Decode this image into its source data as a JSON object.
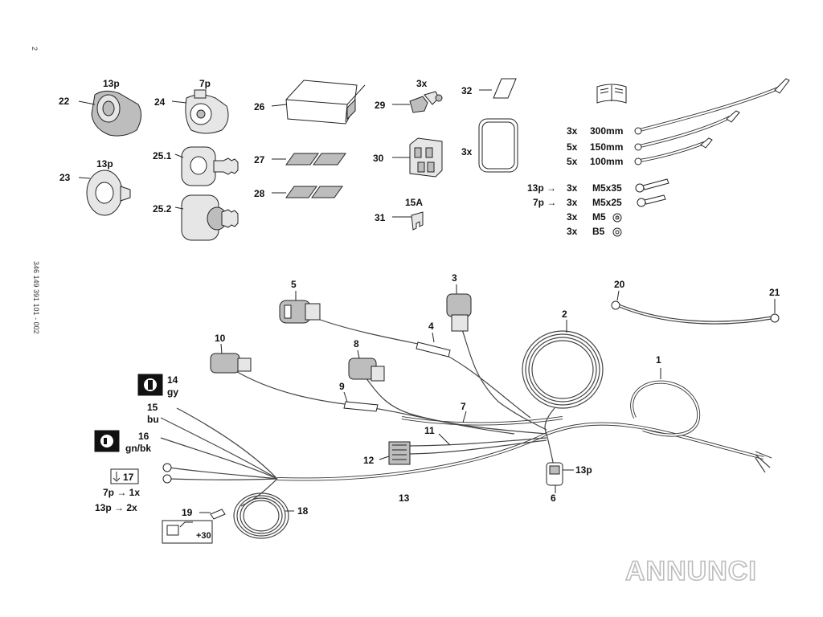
{
  "side_text": {
    "page": "2",
    "code": "346 149 391 101 - 002"
  },
  "parts_top": {
    "p22": {
      "num": "22",
      "pins": "13p"
    },
    "p24": {
      "num": "24",
      "pins": "7p"
    },
    "p23": {
      "num": "23",
      "pins": "13p"
    },
    "p25_1": {
      "num": "25.1"
    },
    "p25_2": {
      "num": "25.2"
    },
    "p26": {
      "num": "26"
    },
    "p27": {
      "num": "27"
    },
    "p28": {
      "num": "28"
    },
    "p29": {
      "num": "29",
      "qty": "3x"
    },
    "p30": {
      "num": "30"
    },
    "p31": {
      "num": "31",
      "fuse": "15A"
    },
    "p32": {
      "num": "32"
    },
    "p33": {
      "qty": "3x"
    }
  },
  "hardware": {
    "ties": [
      {
        "qty": "3x",
        "size": "300mm"
      },
      {
        "qty": "5x",
        "size": "150mm"
      },
      {
        "qty": "5x",
        "size": "100mm"
      }
    ],
    "screws": [
      {
        "prefix": "13p →",
        "qty": "3x",
        "size": "M5x35"
      },
      {
        "prefix": "7p →",
        "qty": "3x",
        "size": "M5x25"
      },
      {
        "prefix": "",
        "qty": "3x",
        "size": "M5"
      },
      {
        "prefix": "",
        "qty": "3x",
        "size": "B5"
      }
    ]
  },
  "harness": {
    "n1": "1",
    "n2": "2",
    "n3": "3",
    "n4": "4",
    "n5": "5",
    "n6": "6",
    "n6_pins": "13p",
    "n7": "7",
    "n8": "8",
    "n9": "9",
    "n10": "10",
    "n11": "11",
    "n12": "12",
    "n13": "13",
    "n14": "14",
    "n14_color": "gy",
    "n15": "15",
    "n15_color": "bu",
    "n16": "16",
    "n16_color": "gn/bk",
    "n17": "17",
    "n17_line1": "7p → 1x",
    "n17_line2": "13p → 2x",
    "n18": "18",
    "n19": "19",
    "n19_terminal": "+30",
    "n20": "20",
    "n21": "21"
  },
  "watermark": "ANNUNCI"
}
